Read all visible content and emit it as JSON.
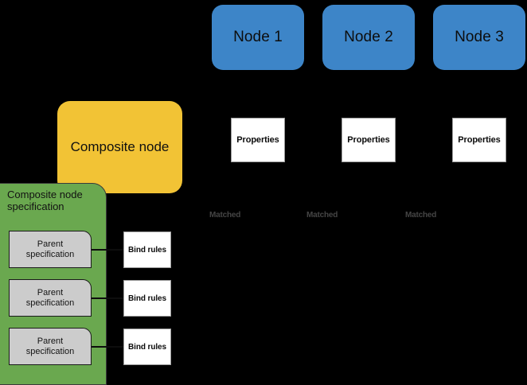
{
  "diagram": {
    "background_color": "#000000",
    "nodes": [
      {
        "label": "Node 1",
        "color": "#3d85c8"
      },
      {
        "label": "Node 2",
        "color": "#3d85c8"
      },
      {
        "label": "Node 3",
        "color": "#3d85c8"
      }
    ],
    "properties": [
      {
        "label": "Properties"
      },
      {
        "label": "Properties"
      },
      {
        "label": "Properties"
      }
    ],
    "matched_labels": [
      {
        "label": "Matched"
      },
      {
        "label": "Matched"
      },
      {
        "label": "Matched"
      }
    ],
    "composite_node": {
      "label": "Composite node",
      "color": "#f2c335"
    },
    "composite_spec": {
      "title": "Composite node\nspecification",
      "color": "#6aa84f"
    },
    "parent_specs": [
      {
        "label": "Parent\nspecification",
        "color": "#cccccc"
      },
      {
        "label": "Parent\nspecification",
        "color": "#cccccc"
      },
      {
        "label": "Parent\nspecification",
        "color": "#cccccc"
      }
    ],
    "bind_rules": [
      {
        "label": "Bind rules"
      },
      {
        "label": "Bind rules"
      },
      {
        "label": "Bind rules"
      }
    ]
  }
}
